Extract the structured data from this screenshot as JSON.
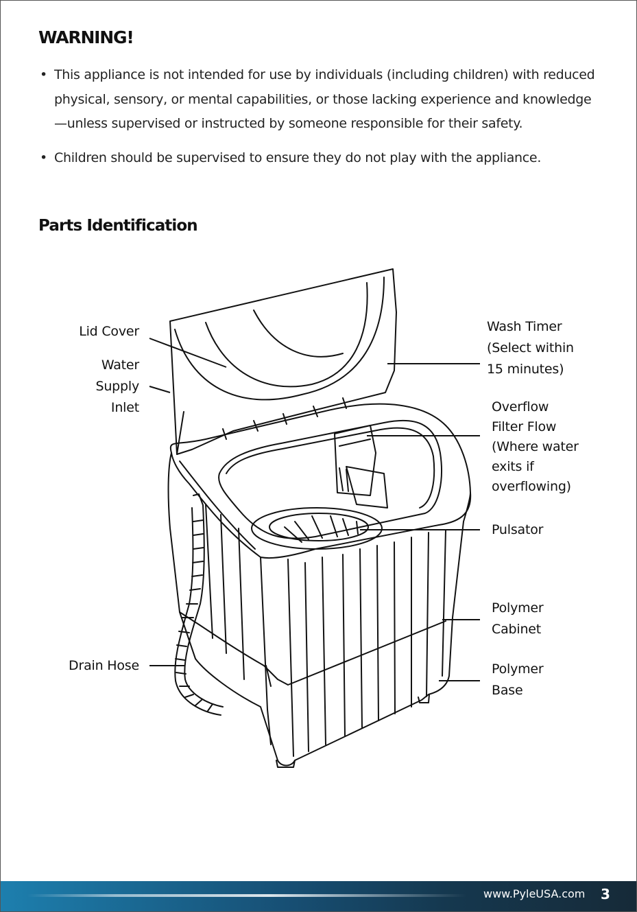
{
  "warning": {
    "title": "WARNING!",
    "bullets": [
      "This appliance is not intended for use by individuals (including children) with reduced physical, sensory, or mental capabilities, or those lacking experience and knowledge—unless supervised or instructed by someone responsible for their safety.",
      "Children should be supervised to ensure they do not play with the appliance."
    ]
  },
  "parts": {
    "title": "Parts Identification",
    "labels": {
      "lid_cover": "Lid Cover",
      "water_supply_inlet": [
        "Water",
        "Supply",
        "Inlet"
      ],
      "drain_hose": "Drain Hose",
      "wash_timer": [
        "Wash Timer",
        "(Select within",
        "15 minutes)"
      ],
      "overflow": [
        "Overflow",
        "Filter Flow",
        "(Where water",
        "exits if",
        "overflowing)"
      ],
      "pulsator": "Pulsator",
      "polymer_cabinet": [
        "Polymer",
        "Cabinet"
      ],
      "polymer_base": [
        "Polymer",
        "Base"
      ]
    }
  },
  "footer": {
    "url": "www.PyleUSA.com",
    "page_number": "3"
  }
}
